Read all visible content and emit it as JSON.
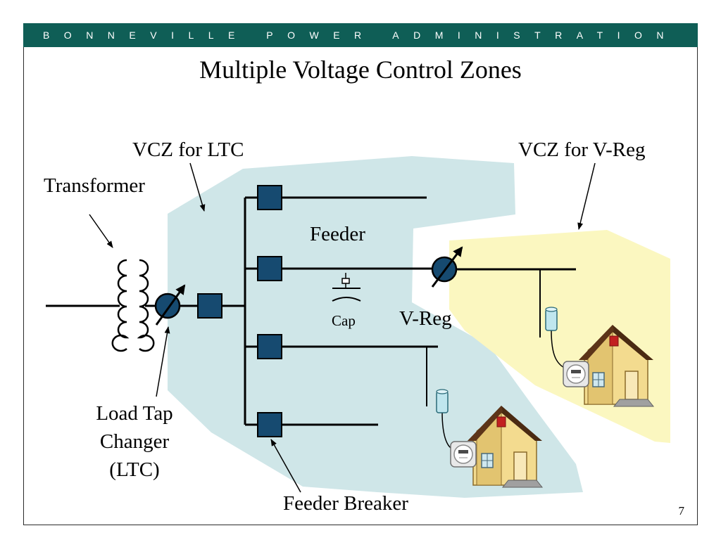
{
  "header": {
    "org_name": "BONNEVILLE POWER ADMINISTRATION"
  },
  "slide": {
    "title": "Multiple Voltage Control Zones",
    "page_number": "7"
  },
  "labels": {
    "vcz_ltc": "VCZ for LTC",
    "vcz_vreg": "VCZ for V-Reg",
    "transformer": "Transformer",
    "feeder": "Feeder",
    "cap": "Cap",
    "vreg": "V-Reg",
    "ltc_line1": "Load Tap",
    "ltc_line2": "Changer",
    "ltc_line3": "(LTC)",
    "feeder_breaker": "Feeder Breaker"
  },
  "colors": {
    "header_bg": "#0f5e56",
    "ltc_zone": "#cfe6e8",
    "vreg_zone": "#fbf7c0",
    "breaker_fill": "#164a70",
    "house_wall": "#f3db8f",
    "house_roof": "#4a2a12"
  }
}
